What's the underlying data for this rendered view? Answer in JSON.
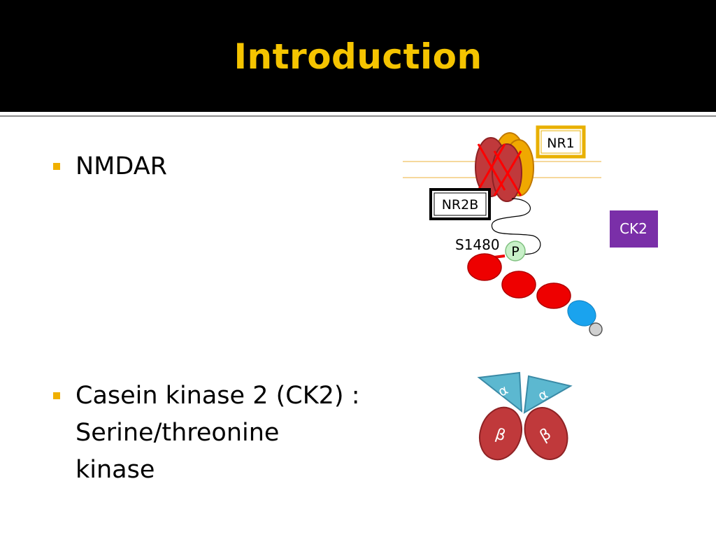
{
  "slide": {
    "title": "Introduction",
    "bullets": [
      {
        "line1": "NMDAR",
        "line2": "",
        "line3": ""
      },
      {
        "line1": "Casein kinase 2 (CK2) :",
        "line2": "Serine/threonine",
        "line3": "kinase"
      }
    ]
  },
  "diagram": {
    "nr1_label": "NR1",
    "nr2b_label": "NR2B",
    "ck2_label": "CK2",
    "site_label": "S1480",
    "phospho_label": "P",
    "alpha_label": "α",
    "beta_label": "β",
    "colors": {
      "accent_yellow": "#f5c400",
      "nr1_orange": "#f0a800",
      "nr2b_dark_red": "#c0393b",
      "domain_red": "#ee0000",
      "pdz_blue": "#1aa3ee",
      "ck2_purple": "#7a2fa8",
      "alpha_teal": "#5cb8d0",
      "beta_red": "#c0393b",
      "phospho_green": "#c8f0c8"
    }
  }
}
